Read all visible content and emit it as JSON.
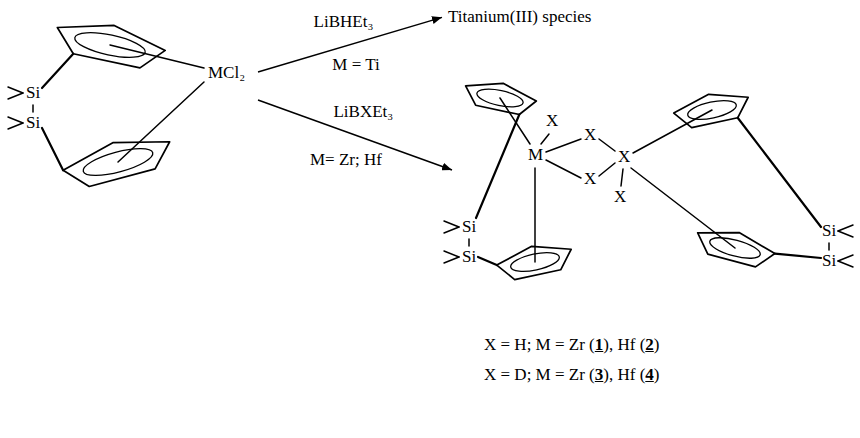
{
  "diagram": {
    "nodes": [
      {
        "text": [
          "Si",
          "Si",
          "MCl₂"
        ]
      },
      {
        "text": [
          "Titanium(III) species"
        ]
      },
      {
        "text": [
          "M",
          "X",
          "X",
          "X",
          "X",
          "X",
          "Si",
          "Si",
          "Si",
          "Si"
        ]
      }
    ],
    "edges": [
      {
        "from": 0,
        "to": 1,
        "arrow": "to",
        "label": "LiBHEt₃"
      },
      {
        "from": 0,
        "to": 2,
        "arrow": "to",
        "label": "LiBXEt₃"
      }
    ],
    "labels": [
      "M = Ti",
      "M= Zr; Hf",
      "X = H; M = Zr (1), Hf (2)",
      "X = D; M = Zr (3), Hf (4)"
    ]
  }
}
